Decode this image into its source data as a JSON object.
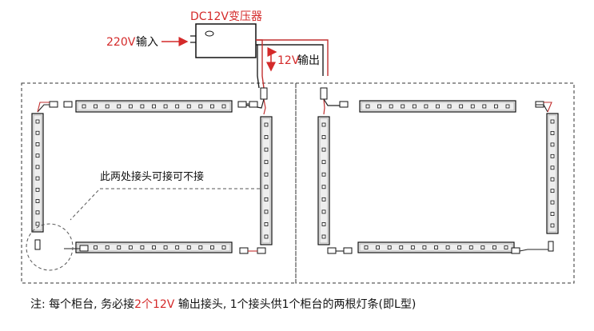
{
  "labels": {
    "transformer": "DC12V变压器",
    "input_value": "220V",
    "input_suffix": "输入",
    "output_value": "12V",
    "output_suffix": "输出",
    "joint_note": "此两处接头可接可不接"
  },
  "note": {
    "prefix": "注: 每个柜台, 务必接",
    "highlight": "2个12V",
    "suffix": " 输出接头, 1个接头供1个柜台的两根灯条(即L型)"
  },
  "colors": {
    "accent": "#d42a2a",
    "wire": "#c23030",
    "line": "#111111",
    "strip_fill": "#eeeeee"
  }
}
